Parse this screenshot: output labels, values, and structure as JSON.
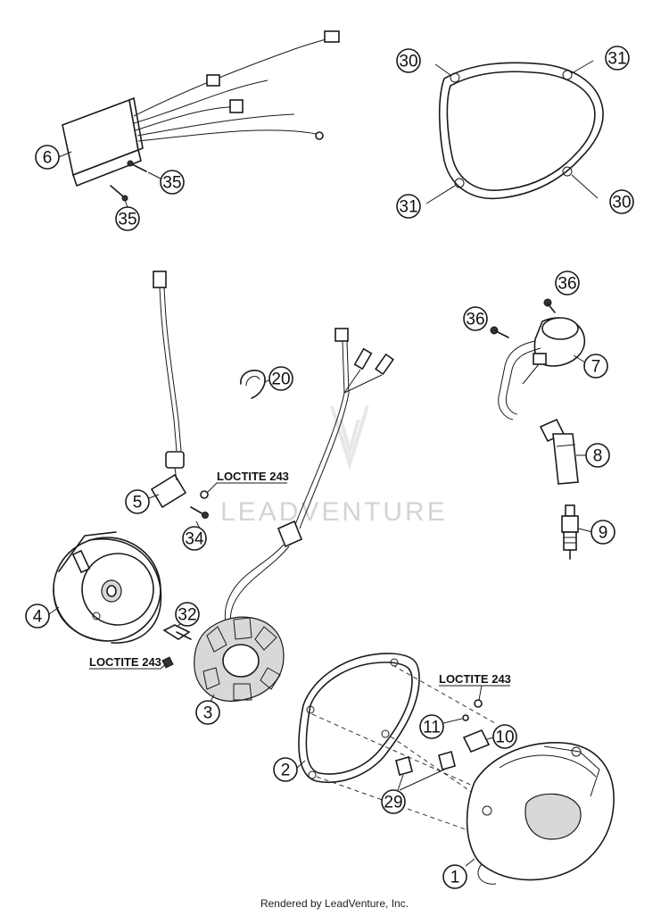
{
  "diagram": {
    "watermark": "LEADVENTURE",
    "footer": "Rendered by LeadVenture, Inc.",
    "loctite_label": "LOCTITE 243",
    "callouts": {
      "c1": "1",
      "c2": "2",
      "c3": "3",
      "c4": "4",
      "c5": "5",
      "c6": "6",
      "c7": "7",
      "c8": "8",
      "c9": "9",
      "c10": "10",
      "c11": "11",
      "c20": "20",
      "c29": "29",
      "c30a": "30",
      "c30b": "30",
      "c31a": "31",
      "c31b": "31",
      "c32": "32",
      "c34": "34",
      "c35a": "35",
      "c35b": "35",
      "c36a": "36",
      "c36b": "36"
    }
  }
}
